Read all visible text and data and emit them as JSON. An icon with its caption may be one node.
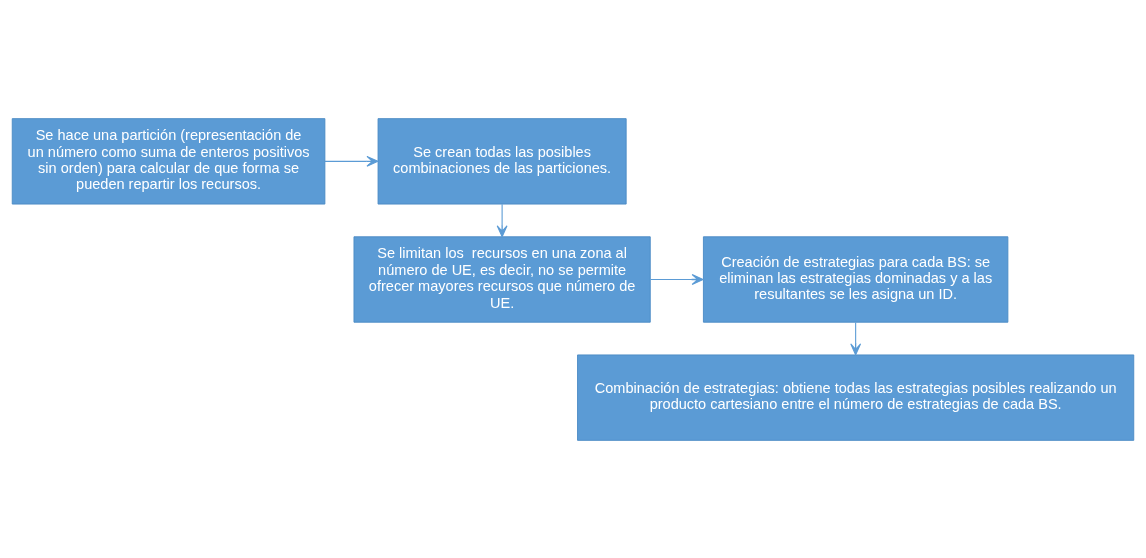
{
  "diagram": {
    "nodes": [
      {
        "text": [
          "Se hace una partición (representación de un número como suma de enteros positivos sin orden) para calcular de que forma se pueden repartir los recursos."
        ]
      },
      {
        "text": [
          "Se crean todas las posibles combinaciones de las particiones."
        ]
      },
      {
        "text": [
          "Se limitan los  recursos en una zona al número de UE, es decir, no se permite ofrecer mayores recursos que número de UE."
        ]
      },
      {
        "text": [
          "Creación de estrategias para cada BS: se eliminan las estrategias dominadas y a las resultantes se les asigna un ID."
        ]
      },
      {
        "text": [
          "Combinación de estrategias: obtiene todas las estrategias posibles realizando un producto cartesiano entre el número de estrategias de cada BS."
        ]
      }
    ],
    "edges": [
      {
        "from": 0,
        "to": 1,
        "arrow": "to"
      },
      {
        "from": 1,
        "to": 2,
        "arrow": "to"
      },
      {
        "from": 2,
        "to": 3,
        "arrow": "to"
      },
      {
        "from": 3,
        "to": 4,
        "arrow": "to"
      }
    ]
  }
}
